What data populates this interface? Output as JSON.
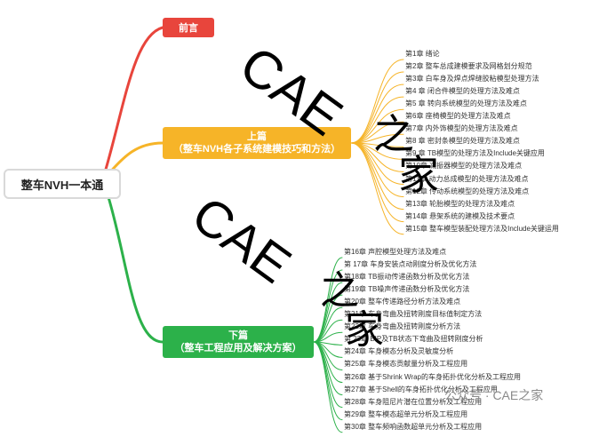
{
  "root": "整车NVH一本通",
  "preface": "前言",
  "part1": {
    "title": "上篇",
    "subtitle": "（整车NVH各子系统建模技巧和方法）",
    "color": "#f6b428",
    "chapters": [
      "第1章 绪论",
      "第2章 整车总成建模要求及网格划分规范",
      "第3章 白车身及焊点焊缝胶粘模型处理方法",
      "第4 章 闭合件模型的处理方法及难点",
      "第5 章 转向系统模型的处理方法及难点",
      "第6章 座椅模型的处理方法及难点",
      "第7章 内外饰模型的处理方法及难点",
      "第8 章 密封条模型的处理方法及难点",
      "第9 章 TB模型的处理方法及Include关键应用",
      "第10章 减振器模型的处理方法及难点",
      "第11章 动力总成模型的处理方法及难点",
      "第12章 传动系统模型的处理方法及难点",
      "第13章 轮胎模型的处理方法及难点",
      "第14章 悬架系统的建模及技术要点",
      "第15章 整车模型装配处理方法及Include关键运用"
    ]
  },
  "part2": {
    "title": "下篇",
    "subtitle": "（整车工程应用及解决方案）",
    "color": "#2cb14a",
    "chapters": [
      "第16章 声腔模型处理方法及难点",
      "第 17章 车身安装点动刚度分析及优化方法",
      "第18章 TB振动传递函数分析及优化方法",
      "第19章 TB噪声传递函数分析及优化方法",
      "第20章 整车传递路径分析方法及难点",
      "第21章 车身弯曲及扭转刚度目标值制定方法",
      "第22章 车身弯曲及扭转刚度分析方法",
      "第 23章 BIP及TB状态下弯曲及扭转刚度分析",
      "第24章 车身模态分析及灵敏度分析",
      "第25章 车身模态贡献量分析及工程应用",
      "第26章 基于Shrink Wrap的车身拓扑优化分析及工程应用",
      "第27章 基于Shell的车身拓扑优化分析及工程应用",
      "第28章 车身阻尼片潜在位置分析及工程应用",
      "第29章 整车模态超单元分析及工程应用",
      "第30章 整车频响函数超单元分析及工程应用"
    ]
  },
  "colors": {
    "preface": "#e8453c",
    "root_border": "#d9d9d9"
  },
  "watermarks": [
    "CAE",
    "之\n家",
    "CAE",
    "之\n家"
  ],
  "credit": "公众号 · CAE之家"
}
